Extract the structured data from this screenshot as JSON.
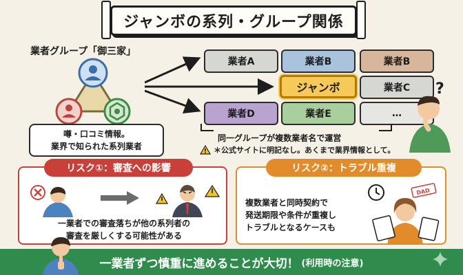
{
  "title": "ジャンボの系列・グループ関係",
  "group": {
    "title": "業者グループ「御三家」",
    "caption_line1": "噂・口コミ情報。",
    "caption_line2": "業界で知られた系列業者"
  },
  "businesses": [
    {
      "label": "業者A"
    },
    {
      "label": "業者B"
    },
    {
      "label": "業者B"
    },
    {
      "label": "ジャンボ"
    },
    {
      "label": "業者C"
    },
    {
      "label": "業者D"
    },
    {
      "label": "業者E"
    },
    {
      "label": "…"
    }
  ],
  "same_group_text": "同一グループが複数業者名で運営",
  "note_text": "＊公式サイトに明記なし。あくまで業界情報として。",
  "risk1": {
    "label": "リスク①：審査への影響",
    "line1": "一業者での審査落ちが他の系列者の",
    "line2": "審査を厳しくする可能性がある"
  },
  "risk2": {
    "label": "リスク②：トラブル重複",
    "line1": "複数業者と同時契約で",
    "line2": "発送期限や条件が重複し",
    "line3": "トラブルとなるケースも",
    "stamp": "DAD"
  },
  "banner": {
    "main": "一業者ずつ慎重に進めることが大切！",
    "sub": "(利用時の注意)"
  },
  "colors": {
    "risk_red": "#c9403a",
    "risk_orange": "#e28b2b",
    "banner_green": "#2f8c4d",
    "janbo_yellow": "#f6c95a"
  }
}
